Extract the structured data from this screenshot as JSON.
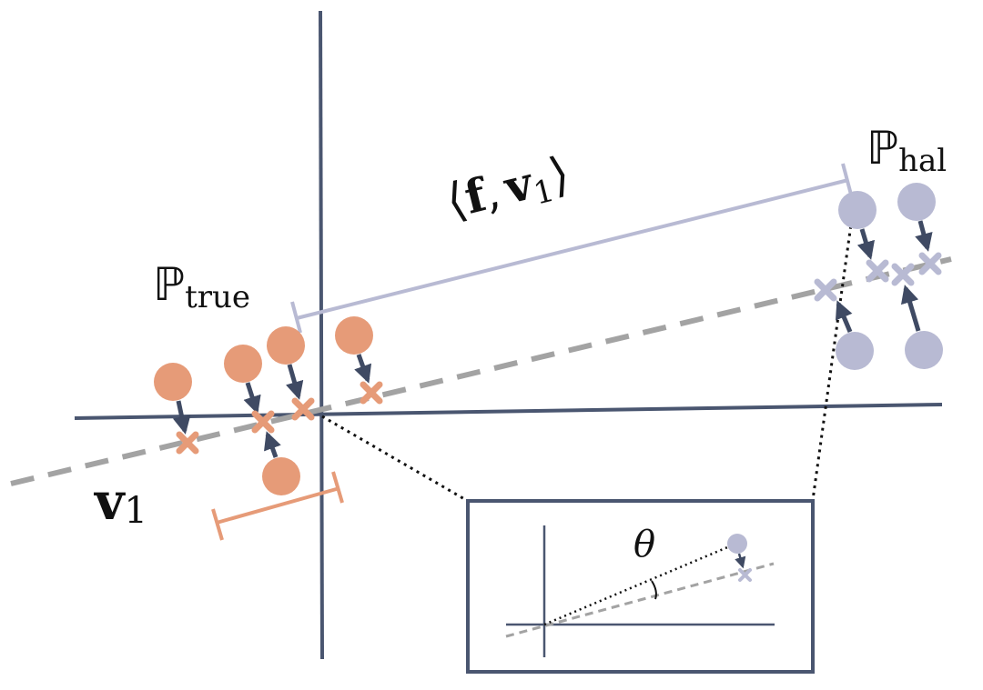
{
  "labels": {
    "p_true_symbol": "ℙ",
    "p_true_sub": "true",
    "p_hal_symbol": "ℙ",
    "p_hal_sub": "hal",
    "projection_open": "⟨",
    "projection_f": "f",
    "projection_comma": ",",
    "projection_v": "v",
    "projection_v_sub": "1",
    "projection_close": "⟩",
    "v1_symbol": "v",
    "v1_sub": "1",
    "theta": "θ"
  },
  "colors": {
    "axis": "#4a5670",
    "true_points": "#e69b78",
    "hal_points": "#b8bad3",
    "arrow": "#3f4a63",
    "dashed_direction": "#a3a3a3",
    "projection_bar": "#b8bad3",
    "true_spread_bar": "#e69b78",
    "inset_border": "#4a5670"
  },
  "icons": {
    "sample_point": "filled-circle",
    "projected_point": "x-mark",
    "projection_arrow": "arrow"
  }
}
